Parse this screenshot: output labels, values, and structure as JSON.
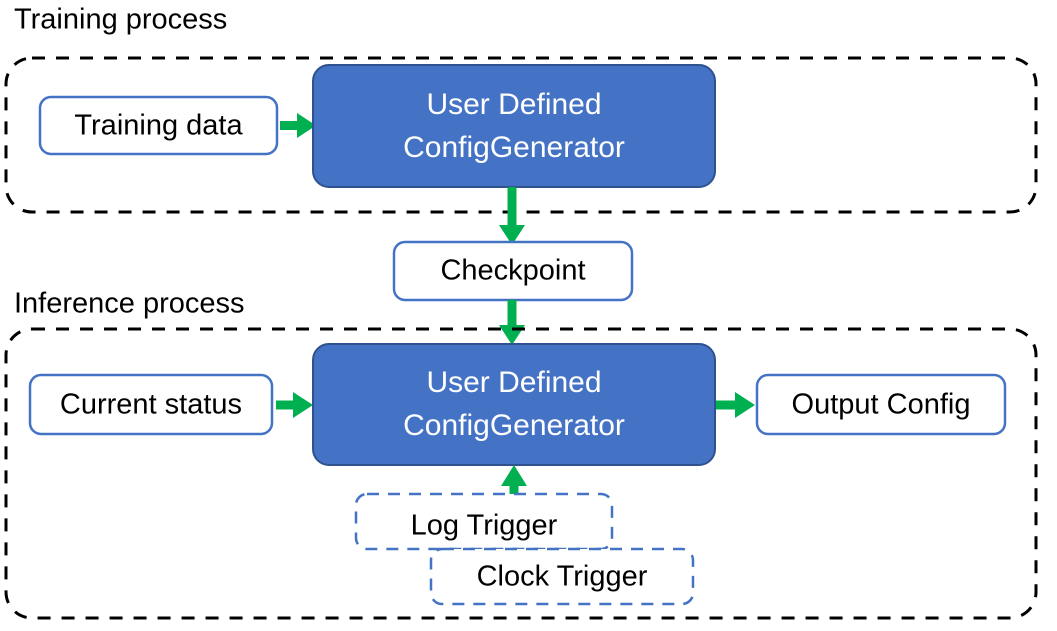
{
  "diagram": {
    "title_training": "Training process",
    "title_inference": "Inference process",
    "colors": {
      "accent_blue": "#4472C4",
      "blue_border": "#2F528F",
      "arrow_green": "#00B050",
      "container_stroke": "#000000",
      "box_fill": "#FFFFFF",
      "text_dark": "#000000",
      "text_light": "#FFFFFF"
    },
    "training_section": {
      "label": "Training process",
      "input_box": "Training data",
      "processor_line1": "User Defined",
      "processor_line2": "ConfigGenerator"
    },
    "checkpoint": {
      "label": "Checkpoint"
    },
    "inference_section": {
      "label": "Inference process",
      "input_box": "Current status",
      "processor_line1": "User Defined",
      "processor_line2": "ConfigGenerator",
      "output_box": "Output Config",
      "triggers": [
        {
          "label": "Log Trigger"
        },
        {
          "label": "Clock Trigger"
        }
      ]
    },
    "arrows": [
      {
        "name": "training-data-to-generator",
        "direction": "right"
      },
      {
        "name": "training-generator-to-checkpoint",
        "direction": "down"
      },
      {
        "name": "checkpoint-to-inference-generator",
        "direction": "down"
      },
      {
        "name": "current-status-to-generator",
        "direction": "right"
      },
      {
        "name": "generator-to-output-config",
        "direction": "right"
      },
      {
        "name": "triggers-to-generator",
        "direction": "up"
      }
    ]
  }
}
